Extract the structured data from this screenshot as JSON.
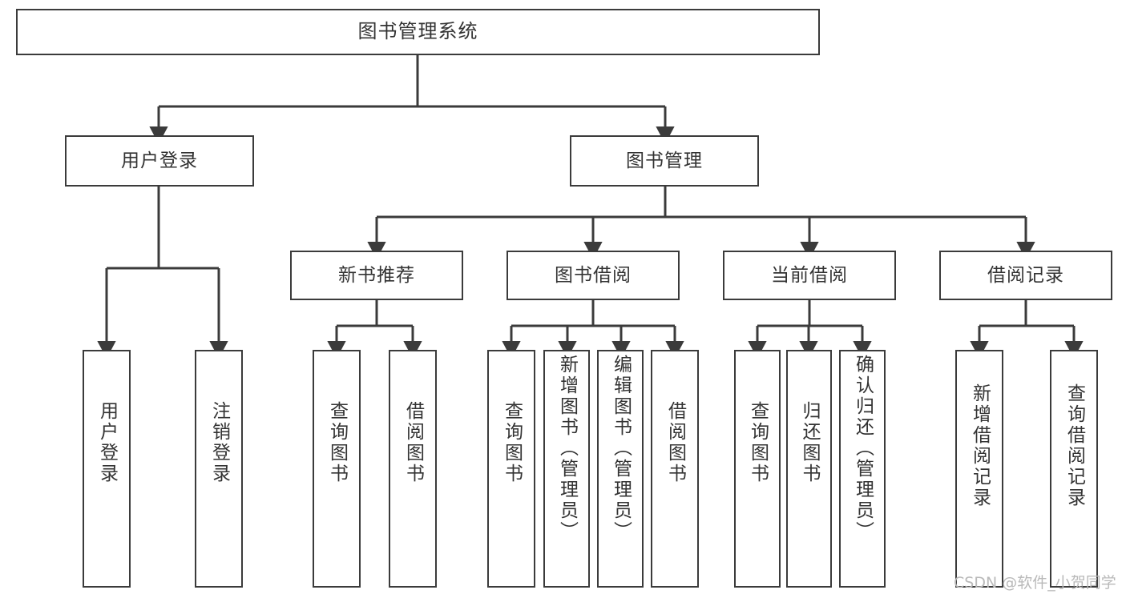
{
  "diagram": {
    "title": "图书管理系统",
    "type": "tree-hierarchy",
    "watermark": "CSDN @软件_小贺同学",
    "colors": {
      "stroke": "#3b3b3b",
      "fill": "#ffffff",
      "text": "#333333",
      "watermark": "#b9b9b9"
    },
    "nodes": {
      "root": {
        "label": "图书管理系统"
      },
      "level2": [
        {
          "id": "user_login",
          "label": "用户登录"
        },
        {
          "id": "book_mgmt",
          "label": "图书管理"
        }
      ],
      "level3": [
        {
          "id": "new_book_rec",
          "label": "新书推荐"
        },
        {
          "id": "book_borrow",
          "label": "图书借阅"
        },
        {
          "id": "current_borrow",
          "label": "当前借阅"
        },
        {
          "id": "borrow_record",
          "label": "借阅记录"
        }
      ],
      "leaves": {
        "user_login": [
          {
            "id": "leaf_user_login",
            "label": "用户登录"
          },
          {
            "id": "leaf_logout",
            "label": "注销登录"
          }
        ],
        "new_book_rec": [
          {
            "id": "leaf_query_book_1",
            "label": "查询图书"
          },
          {
            "id": "leaf_borrow_book_1",
            "label": "借阅图书"
          }
        ],
        "book_borrow": [
          {
            "id": "leaf_query_book_2",
            "label": "查询图书"
          },
          {
            "id": "leaf_add_book",
            "label": "新增图书（管理员）"
          },
          {
            "id": "leaf_edit_book",
            "label": "编辑图书（管理员）"
          },
          {
            "id": "leaf_borrow_book_2",
            "label": "借阅图书"
          }
        ],
        "current_borrow": [
          {
            "id": "leaf_query_book_3",
            "label": "查询图书"
          },
          {
            "id": "leaf_return_book",
            "label": "归还图书"
          },
          {
            "id": "leaf_confirm_return",
            "label": "确认归还（管理员）"
          }
        ],
        "borrow_record": [
          {
            "id": "leaf_add_record",
            "label": "新增借阅记录"
          },
          {
            "id": "leaf_query_record",
            "label": "查询借阅记录"
          }
        ]
      }
    }
  }
}
